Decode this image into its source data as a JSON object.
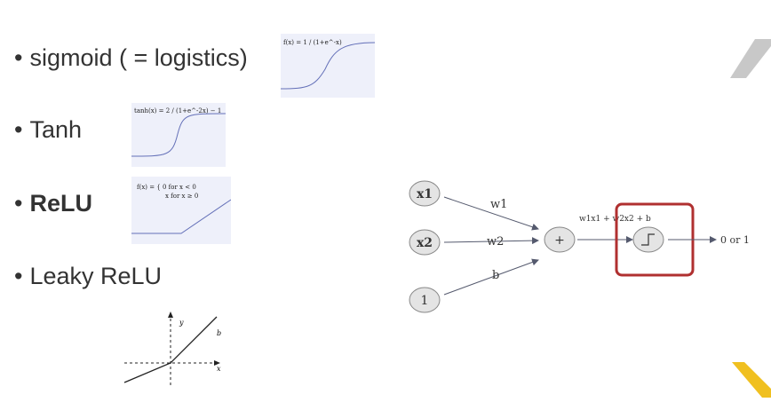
{
  "bullets": [
    {
      "marker": "•",
      "label": "sigmoid ( = logistics)",
      "bold": false
    },
    {
      "marker": "•",
      "label": "Tanh",
      "bold": false
    },
    {
      "marker": "•",
      "label": "ReLU",
      "bold": true
    },
    {
      "marker": "•",
      "label": "Leaky ReLU",
      "bold": false
    }
  ],
  "formulas": {
    "sigmoid": "f(x) = 1 / (1+e^-x)",
    "tanh": "tanh(x) = 2 / (1+e^-2x) − 1",
    "relu_line1": "f(x) = { 0   for   x < 0",
    "relu_line2": "x   for   x ≥ 0"
  },
  "leaky_axes": {
    "y": "y",
    "x": "x",
    "line": "b"
  },
  "neuron": {
    "inputs": [
      "x1",
      "x2",
      "1"
    ],
    "weights": [
      "w1",
      "w2",
      "b"
    ],
    "sum_symbol": "+",
    "sum_label": "w1x1 + w2x2 + b",
    "output": "0 or 1"
  },
  "colors": {
    "text": "#333333",
    "thumb_bg": "#eef0fa",
    "curve": "#6470b8",
    "highlight": "#b03030",
    "deco_gray": "#c8c8c8",
    "deco_yellow": "#f0c020"
  }
}
